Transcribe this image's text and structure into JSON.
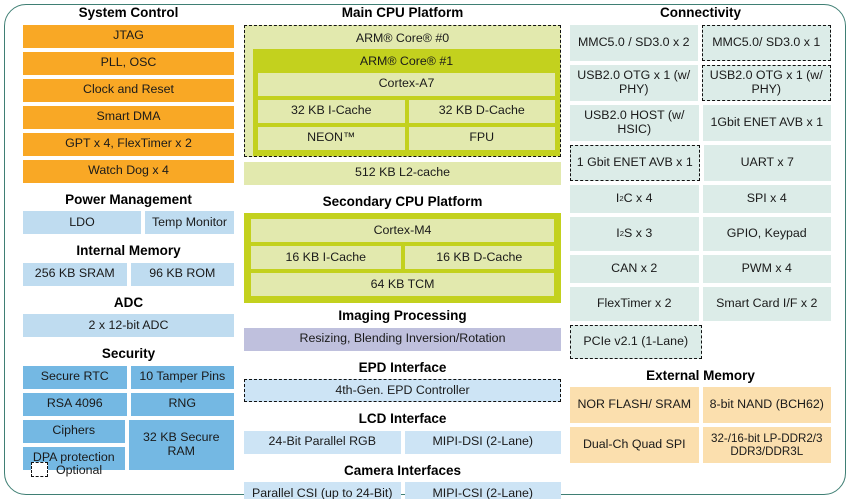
{
  "legend": {
    "swatch": "dashed-square-icon",
    "label": "Optional"
  },
  "system_control": {
    "title": "System Control",
    "items": [
      "JTAG",
      "PLL, OSC",
      "Clock and Reset",
      "Smart DMA",
      "GPT x 4, FlexTimer x 2",
      "Watch Dog x 4"
    ]
  },
  "power_management": {
    "title": "Power Management",
    "items": [
      "LDO",
      "Temp Monitor"
    ]
  },
  "internal_memory": {
    "title": "Internal Memory",
    "items": [
      "256 KB SRAM",
      "96 KB ROM"
    ]
  },
  "adc": {
    "title": "ADC",
    "items": [
      "2 x 12-bit ADC"
    ]
  },
  "security": {
    "title": "Security",
    "secure_rtc": "Secure RTC",
    "tamper_pins": "10 Tamper Pins",
    "rsa": "RSA 4096",
    "rng": "RNG",
    "ciphers": "Ciphers",
    "dpa": "DPA protection",
    "secure_ram": "32 KB Secure RAM"
  },
  "main_cpu": {
    "title": "Main CPU Platform",
    "core0": "ARM® Core® #0",
    "core1": "ARM® Core® #1",
    "cortex": "Cortex-A7",
    "icache": "32 KB I-Cache",
    "dcache": "32 KB D-Cache",
    "neon": "NEON™",
    "fpu": "FPU",
    "l2": "512 KB L2-cache"
  },
  "secondary_cpu": {
    "title": "Secondary CPU Platform",
    "cortex": "Cortex-M4",
    "icache": "16 KB I-Cache",
    "dcache": "16 KB D-Cache",
    "tcm": "64 KB TCM"
  },
  "imaging": {
    "title": "Imaging Processing",
    "item": "Resizing, Blending Inversion/Rotation"
  },
  "epd": {
    "title": "EPD Interface",
    "item": "4th-Gen. EPD Controller"
  },
  "lcd": {
    "title": "LCD Interface",
    "items": [
      "24-Bit Parallel RGB",
      "MIPI-DSI (2-Lane)"
    ]
  },
  "camera": {
    "title": "Camera Interfaces",
    "items": [
      "Parallel CSI (up to 24-Bit)",
      "MIPI-CSI (2-Lane)"
    ]
  },
  "connectivity": {
    "title": "Connectivity",
    "mmc_left": "MMC5.0 / SD3.0 x 2",
    "mmc_right": "MMC5.0/ SD3.0 x 1",
    "usb_otg_left": "USB2.0 OTG x 1 (w/ PHY)",
    "usb_otg_right": "USB2.0 OTG x 1 (w/ PHY)",
    "usb_host": "USB2.0 HOST (w/ HSIC)",
    "enet_solid": "1Gbit ENET AVB x 1",
    "enet_dashed": "1 Gbit ENET AVB x 1",
    "uart": "UART x 7",
    "spi": "SPI x 4",
    "gpio": "GPIO, Keypad",
    "can": "CAN x 2",
    "pwm": "PWM x 4",
    "flextimer": "FlexTimer x 2",
    "smartcard": "Smart Card I/F x 2",
    "pcie": "PCIe v2.1 (1-Lane)"
  },
  "external_memory": {
    "title": "External Memory",
    "nor": "NOR FLASH/ SRAM",
    "nand": "8-bit NAND (BCH62)",
    "qspi": "Dual-Ch Quad SPI",
    "ddr": "32-/16-bit LP-DDR2/3 DDR3/DDR3L"
  }
}
